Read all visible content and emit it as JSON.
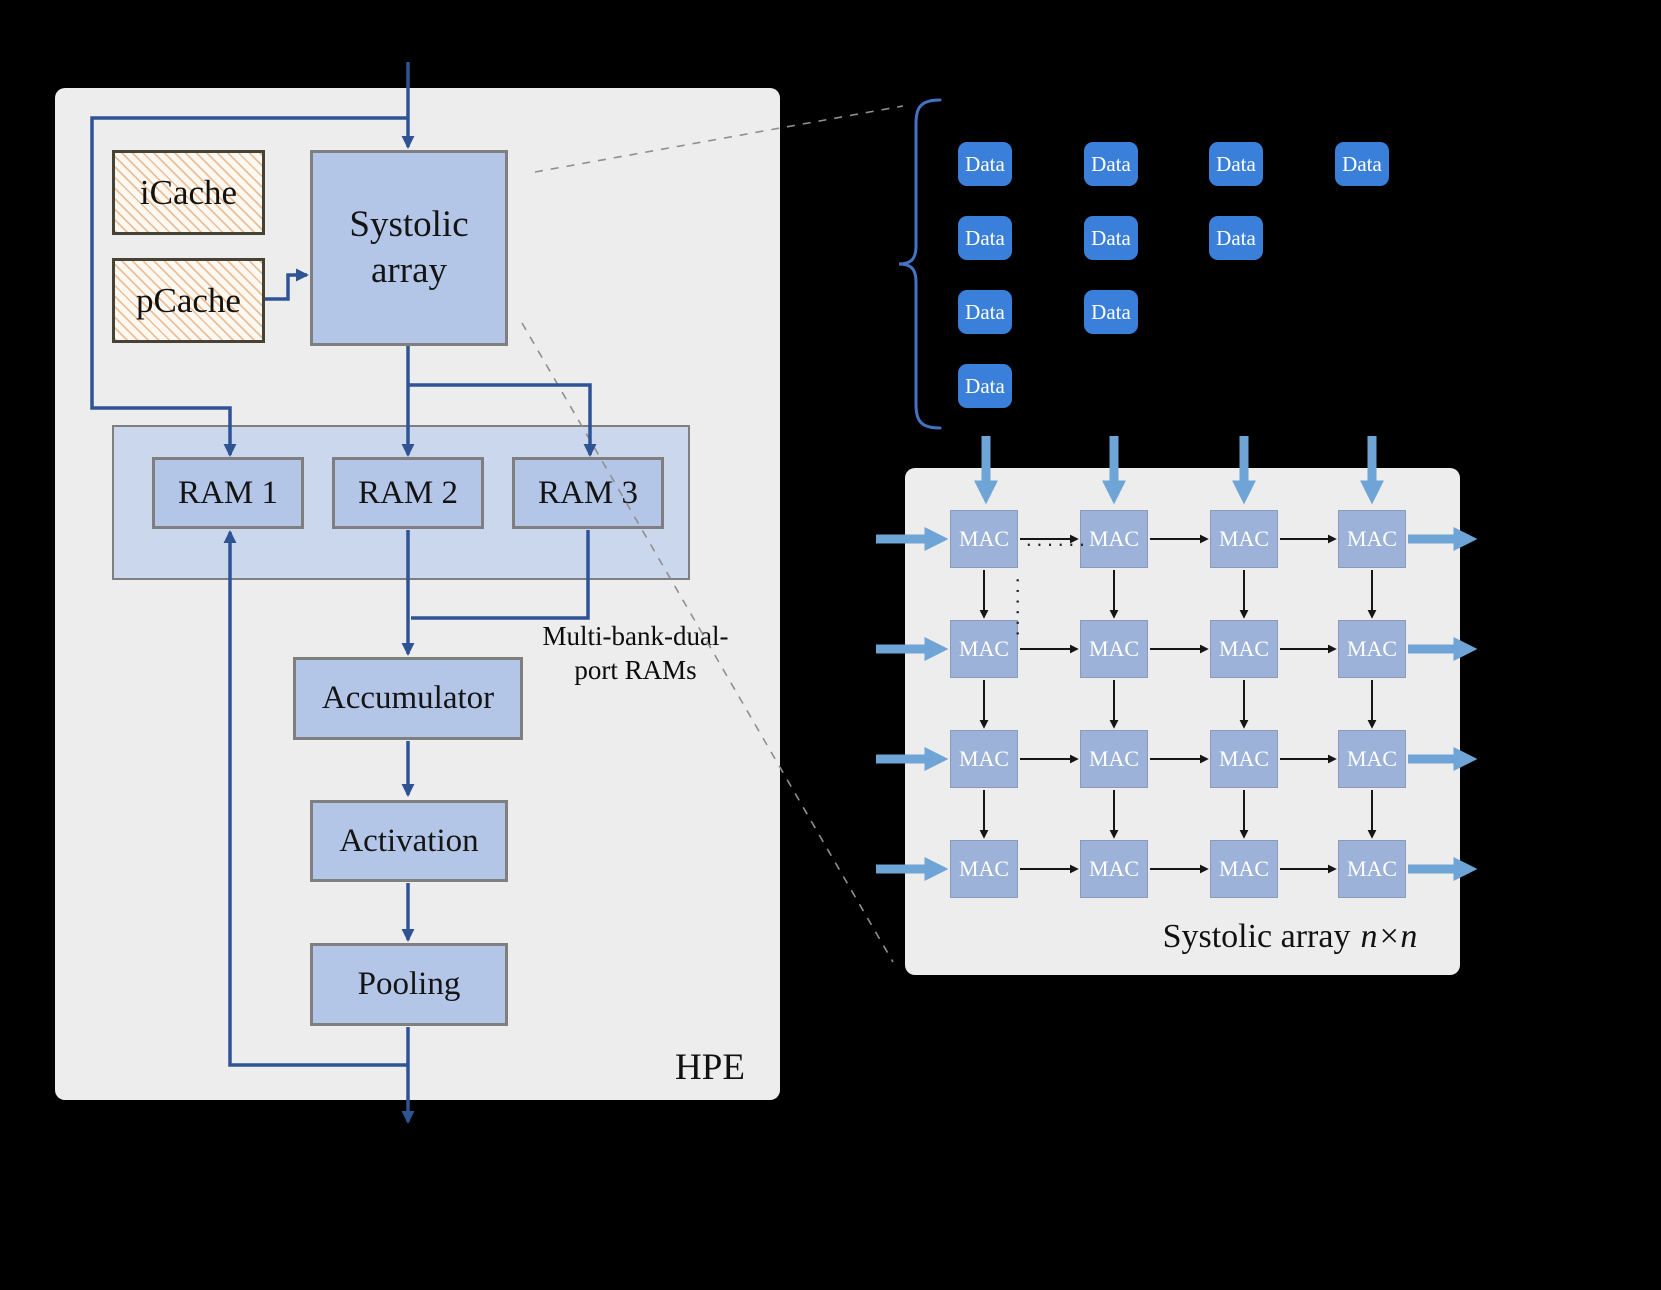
{
  "hpe": {
    "panel_label": "HPE",
    "icache_label": "iCache",
    "pcache_label": "pCache",
    "systolic_label": "Systolic array",
    "ram1_label": "RAM 1",
    "ram2_label": "RAM 2",
    "ram3_label": "RAM 3",
    "accumulator_label": "Accumulator",
    "activation_label": "Activation",
    "pooling_label": "Pooling",
    "ram_note": "Multi-bank-dual-\nport RAMs"
  },
  "systolic_detail": {
    "data_label": "Data",
    "data_rows": [
      4,
      3,
      2,
      1
    ],
    "mac_label": "MAC",
    "mac_grid": {
      "rows": 4,
      "cols": 4
    },
    "dots": "......",
    "caption_text": "Systolic array",
    "caption_math": "n×n"
  },
  "colors": {
    "background": "#000000",
    "panel": "#ededed",
    "block_fill": "#b4c6e7",
    "block_border": "#7f7f7f",
    "ram_bank_fill": "#cbd7ed",
    "cache_fill": "#fdf8f1",
    "cache_hatch": "#ecbf97",
    "flow_arrow": "#2f5496",
    "wide_arrow": "#6ea4d6",
    "mac_arrow": "#151515",
    "data_chip": "#3a80da",
    "mac_fill": "#9cb2d9",
    "bracket": "#4472c4",
    "dashed_line": "#8f8f8f"
  }
}
